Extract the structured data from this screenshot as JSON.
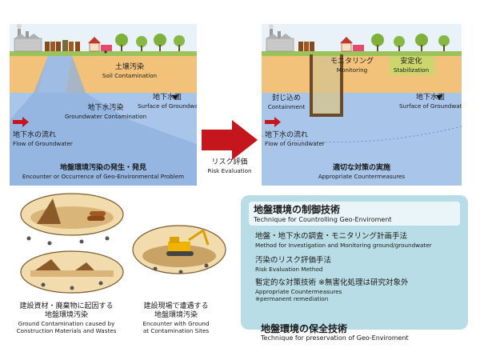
{
  "left_panel": {
    "soil_contamination_jp": "土壌汚染",
    "soil_contamination_en": "Soil Contamination",
    "groundwater_surface_jp": "地下水面",
    "groundwater_surface_en": "Surface of Groundwater",
    "groundwater_contamination_jp": "地下水汚染",
    "groundwater_contamination_en": "Groundwater Contamination",
    "flow_jp": "地下水の流れ",
    "flow_en": "Flow of Groundwater",
    "caption_jp": "地盤環境汚染の発生・発見",
    "caption_en": "Encounter or Occurrence of Geo-Environmental Problem"
  },
  "arrow": {
    "label_jp": "リスク評価",
    "label_en": "Risk Evaluation"
  },
  "right_panel": {
    "monitoring_jp": "モニタリング",
    "monitoring_en": "Monitoring",
    "stabilization_jp": "安定化",
    "stabilization_en": "Stabilization",
    "containment_jp": "封じ込め",
    "containment_en": "Containment",
    "groundwater_surface_jp": "地下水面",
    "groundwater_surface_en": "Surface of Groundwater",
    "flow_jp": "地下水の流れ",
    "flow_en": "Flow of Groundwater",
    "caption_jp": "適切な対策の実施",
    "caption_en": "Appropriate Countermeasures"
  },
  "bottom_left": {
    "caption1_jp_line1": "建設資材・廃棄物に起因する",
    "caption1_jp_line2": "地盤環境汚染",
    "caption1_en_line1": "Ground Contamination caused by",
    "caption1_en_line2": "Construction Materials and Wastes",
    "caption2_jp_line1": "建設現場で遭遇する",
    "caption2_jp_line2": "地盤環境汚染",
    "caption2_en_line1": "Encounter with Ground",
    "caption2_en_line2": "at Contamination Sites"
  },
  "control_box": {
    "title_jp": "地盤環境の制御技術",
    "title_en": "Technique for Countrolling Geo-Enviroment",
    "item1_jp": "地盤・地下水の調査・モニタリング計画手法",
    "item1_en": "Method for Investigation and Monitoring ground/groundwater",
    "item2_jp": "汚染のリスク評価手法",
    "item2_en": "Risk Evaluation Method",
    "item3_jp": "暫定的な対策技術 ※無害化処理は研究対象外",
    "item3_en_line1": "Appropriate Countermeasures",
    "item3_en_line2": "※permanent remediation"
  },
  "preservation": {
    "title_jp": "地盤環境の保全技術",
    "title_en": "Technique for preservation of Geo-Enviroment"
  },
  "colors": {
    "sky": "#e8f2f8",
    "soil": "#f2c27a",
    "groundwater": "#a9c6ea",
    "plume": "#8eb0de",
    "arrow": "#c4161c",
    "control_box": "#b9dde6"
  }
}
